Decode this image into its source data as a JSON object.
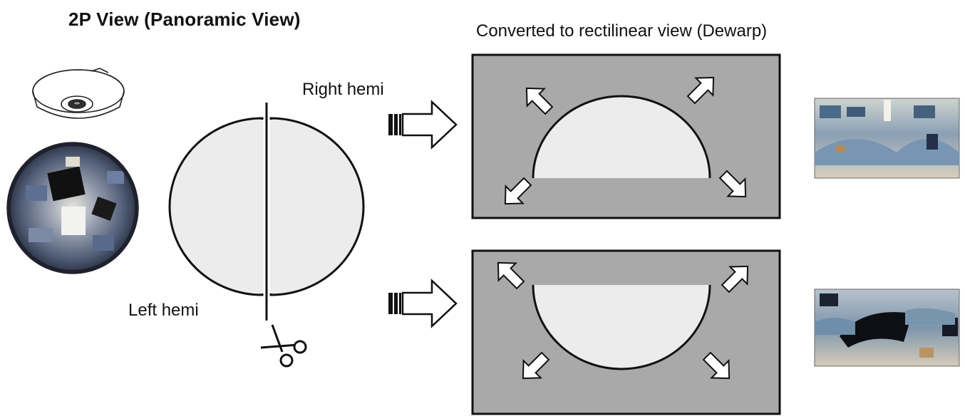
{
  "title": "2P View (Panoramic View)",
  "subtitle": "Converted to rectilinear view (Dewarp)",
  "labels": {
    "right_hemi": "Right hemi",
    "left_hemi": "Left hemi"
  },
  "icons": {
    "camera": "fisheye-camera-icon",
    "scissors": "scissors-icon",
    "arrow": "right-arrow-icon",
    "expand_arrows": "diagonal-arrow-icon"
  },
  "colors": {
    "panel_gray": "#a9a9a9",
    "hemi_fill": "#ececec",
    "outline": "#111111"
  }
}
